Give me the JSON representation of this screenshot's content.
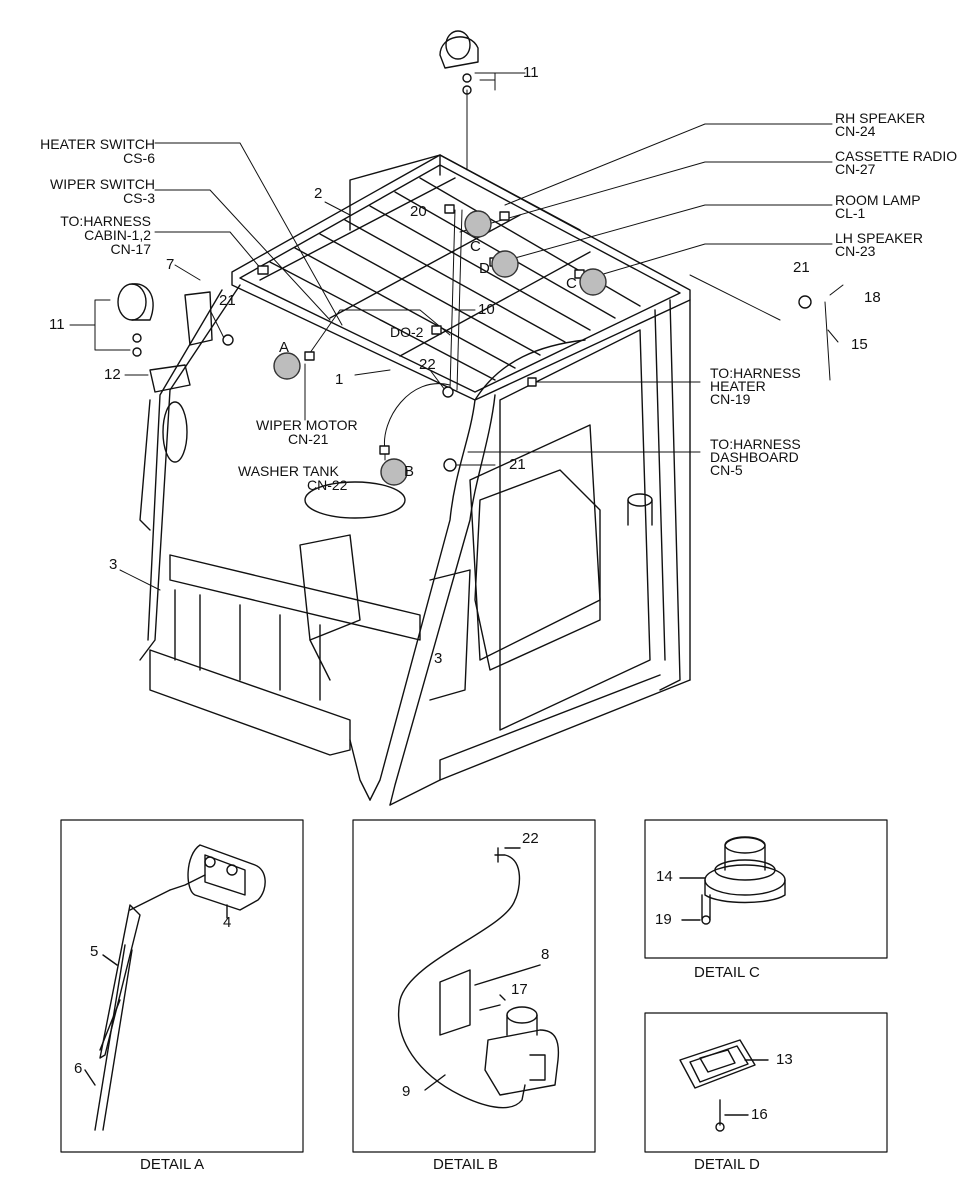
{
  "labels": {
    "heater_switch": "HEATER SWITCH",
    "heater_switch_code": "CS-6",
    "wiper_switch": "WIPER SWITCH",
    "wiper_switch_code": "CS-3",
    "to_harness_cabin": "TO:HARNESS",
    "to_harness_cabin_2": "CABIN-1,2",
    "to_harness_cabin_code": "CN-17",
    "rh_speaker": "RH SPEAKER",
    "rh_speaker_code": "CN-24",
    "cassette_radio": "CASSETTE RADIO",
    "cassette_radio_code": "CN-27",
    "room_lamp": "ROOM LAMP",
    "room_lamp_code": "CL-1",
    "lh_speaker": "LH SPEAKER",
    "lh_speaker_code": "CN-23",
    "to_harness_heater": "TO:HARNESS",
    "to_harness_heater_2": "HEATER",
    "to_harness_heater_code": "CN-19",
    "to_harness_dashboard": "TO:HARNESS",
    "to_harness_dashboard_2": "DASHBOARD",
    "to_harness_dashboard_code": "CN-5",
    "wiper_motor": "WIPER MOTOR",
    "wiper_motor_code": "CN-21",
    "washer_tank": "WASHER TANK",
    "washer_tank_code": "CN-22",
    "do2": "DO-2"
  },
  "callouts": {
    "a": "A",
    "b": "B",
    "c1": "C",
    "c2": "C",
    "d": "D"
  },
  "parts": {
    "p1": "1",
    "p2": "2",
    "p3a": "3",
    "p3b": "3",
    "p4": "4",
    "p5": "5",
    "p6": "6",
    "p7": "7",
    "p8": "8",
    "p9": "9",
    "p10": "10",
    "p11a": "11",
    "p11b": "11",
    "p12": "12",
    "p13": "13",
    "p14": "14",
    "p15": "15",
    "p16": "16",
    "p17": "17",
    "p18": "18",
    "p19": "19",
    "p20": "20",
    "p21a": "21",
    "p21b": "21",
    "p21c": "21",
    "p22a": "22",
    "p22b": "22"
  },
  "details": {
    "a": "DETAIL A",
    "b": "DETAIL B",
    "c": "DETAIL C",
    "d": "DETAIL D"
  }
}
